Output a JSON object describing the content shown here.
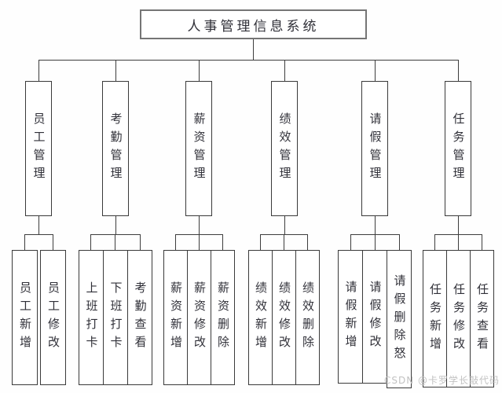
{
  "title": "人事管理信息系统",
  "tree": {
    "root": "人事管理信息系统",
    "branches": [
      {
        "label": "员工管理",
        "children": [
          "员工新增",
          "员工修改"
        ]
      },
      {
        "label": "考勤管理",
        "children": [
          "上班打卡",
          "下班打卡",
          "考勤查看"
        ]
      },
      {
        "label": "薪资管理",
        "children": [
          "薪资新增",
          "薪资修改",
          "薪资删除"
        ]
      },
      {
        "label": "绩效管理",
        "children": [
          "绩效新增",
          "绩效修改",
          "绩效删除"
        ]
      },
      {
        "label": "请假管理",
        "children": [
          "请假新增",
          "请假修改",
          "请假删除怒"
        ]
      },
      {
        "label": "任务管理",
        "children": [
          "任务新增",
          "任务修改",
          "任务查看"
        ]
      }
    ]
  },
  "watermark": "CSDN @卡罗学长敲代码",
  "colors": {
    "background": "#ffffff",
    "line": "#3d3d3d",
    "box_border": "#3a3a3a",
    "root_border": "#757575",
    "text": "#303038",
    "watermark": "#c2c2c2"
  }
}
